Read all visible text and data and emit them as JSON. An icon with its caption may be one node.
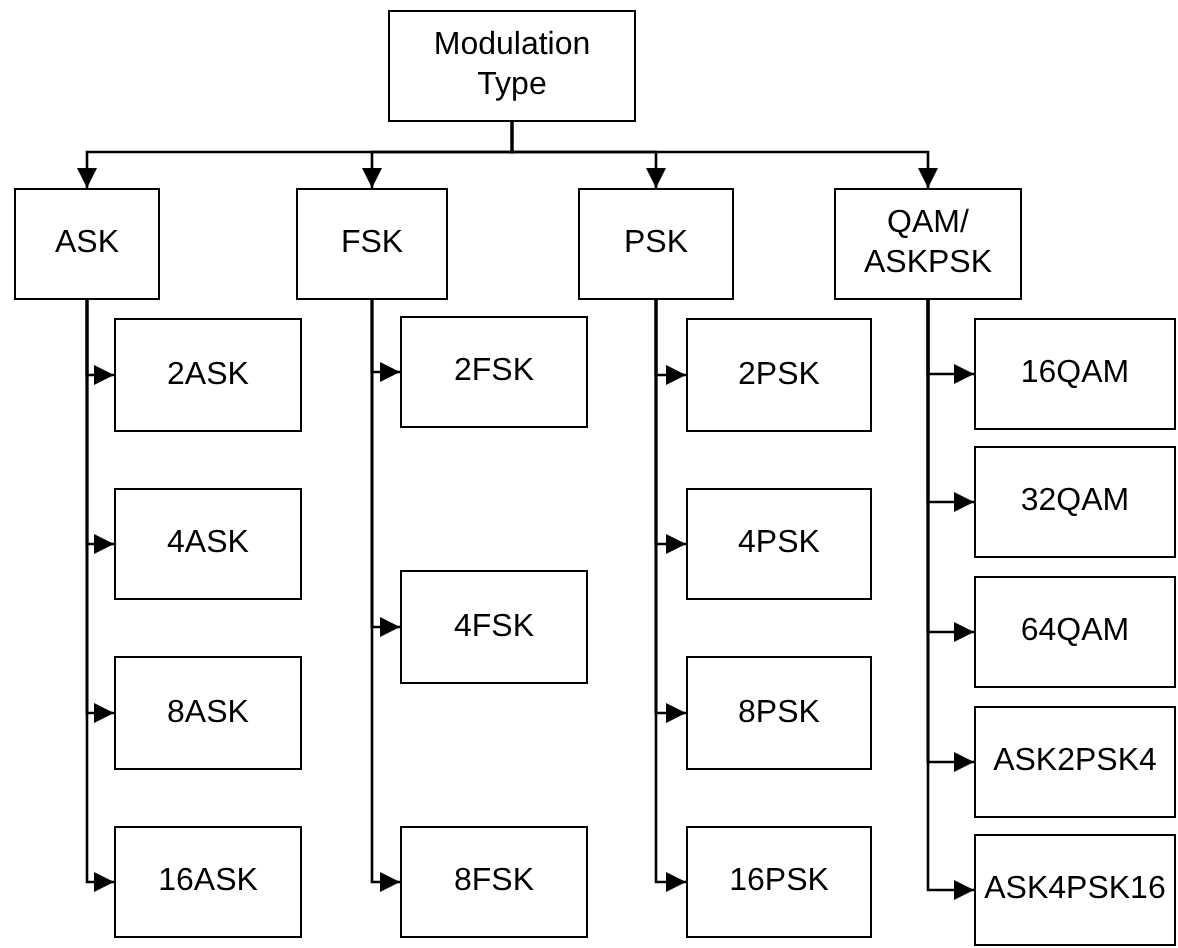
{
  "diagram": {
    "nodes": [
      {
        "text": [
          "Modulation Type"
        ]
      },
      {
        "text": [
          "ASK"
        ]
      },
      {
        "text": [
          "2ASK"
        ]
      },
      {
        "text": [
          "4ASK"
        ]
      },
      {
        "text": [
          "8ASK"
        ]
      },
      {
        "text": [
          "16ASK"
        ]
      },
      {
        "text": [
          "FSK"
        ]
      },
      {
        "text": [
          "2FSK"
        ]
      },
      {
        "text": [
          "4FSK"
        ]
      },
      {
        "text": [
          "8FSK"
        ]
      },
      {
        "text": [
          "PSK"
        ]
      },
      {
        "text": [
          "2PSK"
        ]
      },
      {
        "text": [
          "4PSK"
        ]
      },
      {
        "text": [
          "8PSK"
        ]
      },
      {
        "text": [
          "16PSK"
        ]
      },
      {
        "text": [
          "QAM/ ASKPSK"
        ]
      },
      {
        "text": [
          "16QAM"
        ]
      },
      {
        "text": [
          "32QAM"
        ]
      },
      {
        "text": [
          "64QAM"
        ]
      },
      {
        "text": [
          "ASK2PSK4"
        ]
      },
      {
        "text": [
          "ASK4PSK16"
        ]
      }
    ],
    "edges": [
      {
        "from": 0,
        "to": 1,
        "arrow": "to"
      },
      {
        "from": 0,
        "to": 6,
        "arrow": "to"
      },
      {
        "from": 0,
        "to": 10,
        "arrow": "to"
      },
      {
        "from": 0,
        "to": 15,
        "arrow": "to"
      },
      {
        "from": 1,
        "to": 2,
        "arrow": "to"
      },
      {
        "from": 1,
        "to": 3,
        "arrow": "to"
      },
      {
        "from": 1,
        "to": 4,
        "arrow": "to"
      },
      {
        "from": 1,
        "to": 5,
        "arrow": "to"
      },
      {
        "from": 6,
        "to": 7,
        "arrow": "to"
      },
      {
        "from": 6,
        "to": 8,
        "arrow": "to"
      },
      {
        "from": 6,
        "to": 9,
        "arrow": "to"
      },
      {
        "from": 10,
        "to": 11,
        "arrow": "to"
      },
      {
        "from": 10,
        "to": 12,
        "arrow": "to"
      },
      {
        "from": 10,
        "to": 13,
        "arrow": "to"
      },
      {
        "from": 10,
        "to": 14,
        "arrow": "to"
      },
      {
        "from": 15,
        "to": 16,
        "arrow": "to"
      },
      {
        "from": 15,
        "to": 17,
        "arrow": "to"
      },
      {
        "from": 15,
        "to": 18,
        "arrow": "to"
      },
      {
        "from": 15,
        "to": 19,
        "arrow": "to"
      },
      {
        "from": 15,
        "to": 20,
        "arrow": "to"
      }
    ]
  }
}
